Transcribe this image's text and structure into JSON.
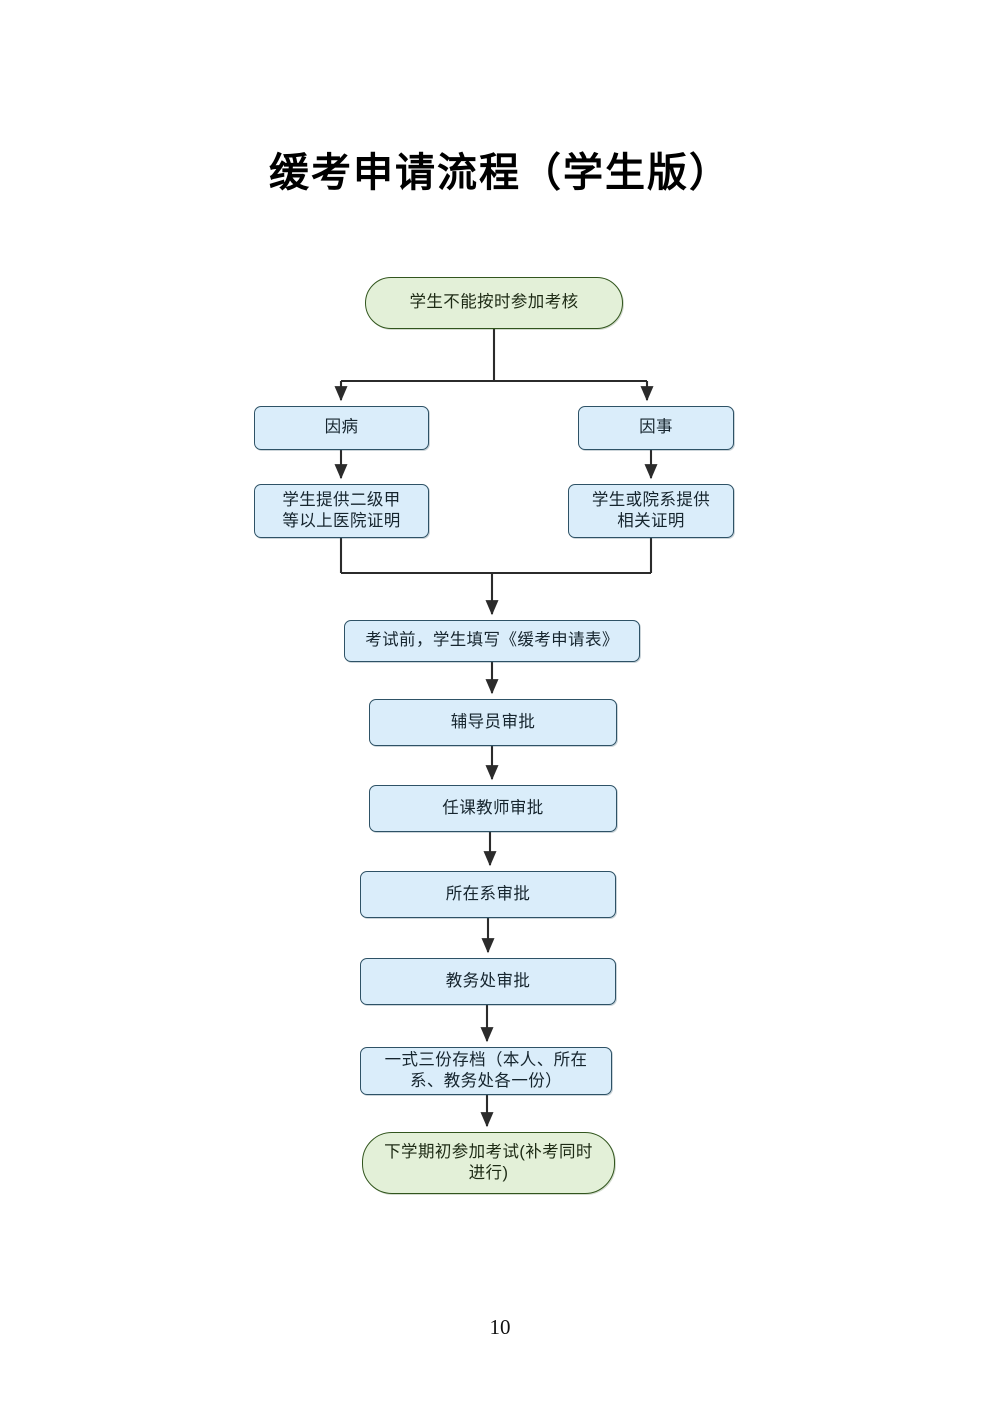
{
  "document": {
    "title": "缓考申请流程（学生版）",
    "page_number": "10"
  },
  "colors": {
    "process_fill": "#daedfa",
    "process_border": "#2e5266",
    "terminal_fill": "#e3f0d8",
    "terminal_border": "#31551d",
    "connector": "#2b2b2b",
    "text": "#16252e",
    "background": "#ffffff"
  },
  "flowchart": {
    "type": "flowchart",
    "orientation": "top-to-bottom",
    "nodes": [
      {
        "id": "start",
        "label": "学生不能按时参加考核",
        "shape": "terminal"
      },
      {
        "id": "illness",
        "label": "因病",
        "shape": "process"
      },
      {
        "id": "personal",
        "label": "因事",
        "shape": "process"
      },
      {
        "id": "illness_cert",
        "label": "学生提供二级甲\n等以上医院证明",
        "shape": "process"
      },
      {
        "id": "personal_cert",
        "label": "学生或院系提供\n相关证明",
        "shape": "process"
      },
      {
        "id": "form",
        "label": "考试前，学生填写《缓考申请表》",
        "shape": "process"
      },
      {
        "id": "counselor",
        "label": "辅导员审批",
        "shape": "process"
      },
      {
        "id": "teacher",
        "label": "任课教师审批",
        "shape": "process"
      },
      {
        "id": "department",
        "label": "所在系审批",
        "shape": "process"
      },
      {
        "id": "academic",
        "label": "教务处审批",
        "shape": "process"
      },
      {
        "id": "archive",
        "label": "一式三份存档（本人、所在\n系、教务处各一份）",
        "shape": "process"
      },
      {
        "id": "end",
        "label": "下学期初参加考试(补考同时\n进行)",
        "shape": "terminal"
      }
    ],
    "edges": [
      {
        "from": "start",
        "to": "illness",
        "style": "split-branch"
      },
      {
        "from": "start",
        "to": "personal",
        "style": "split-branch"
      },
      {
        "from": "illness",
        "to": "illness_cert",
        "style": "straight"
      },
      {
        "from": "personal",
        "to": "personal_cert",
        "style": "straight"
      },
      {
        "from": "illness_cert",
        "to": "form",
        "style": "merge-branch"
      },
      {
        "from": "personal_cert",
        "to": "form",
        "style": "merge-branch"
      },
      {
        "from": "form",
        "to": "counselor",
        "style": "straight"
      },
      {
        "from": "counselor",
        "to": "teacher",
        "style": "straight"
      },
      {
        "from": "teacher",
        "to": "department",
        "style": "straight"
      },
      {
        "from": "department",
        "to": "academic",
        "style": "straight"
      },
      {
        "from": "academic",
        "to": "archive",
        "style": "straight"
      },
      {
        "from": "archive",
        "to": "end",
        "style": "straight"
      }
    ]
  }
}
